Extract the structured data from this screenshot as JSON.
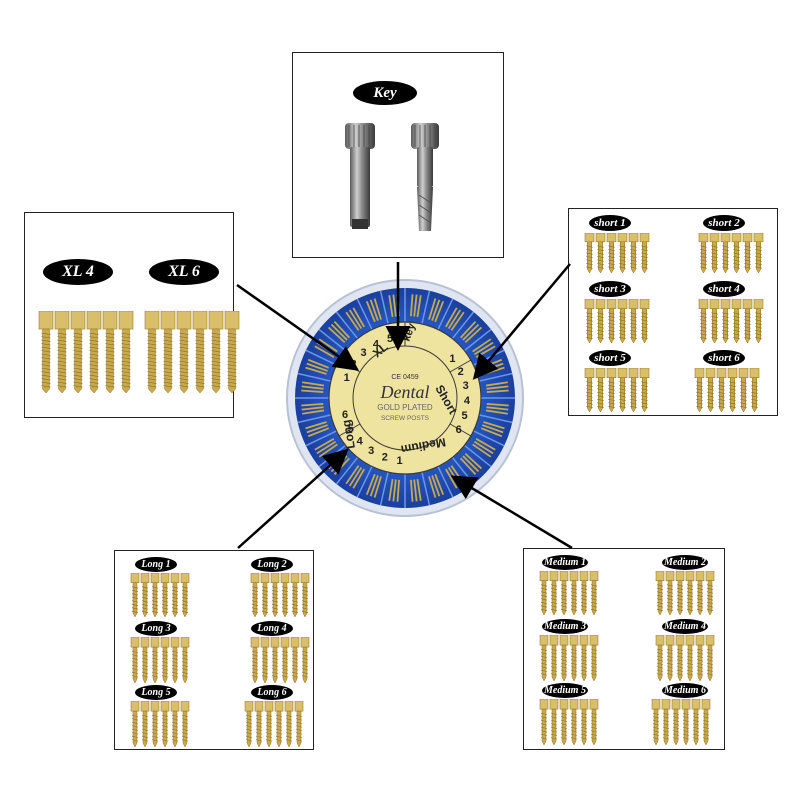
{
  "key_panel": {
    "label": "Key"
  },
  "xl_panel": {
    "labels": [
      "XL 4",
      "XL 6"
    ]
  },
  "short_panel": {
    "labels": [
      "short 1",
      "short 2",
      "short 3",
      "short 4",
      "short 5",
      "short 6"
    ]
  },
  "long_panel": {
    "labels": [
      "Long 1",
      "Long 2",
      "Long 3",
      "Long 4",
      "Long 5",
      "Long 6"
    ]
  },
  "medium_panel": {
    "labels": [
      "Medium 1",
      "Medium 2",
      "Medium 3",
      "Medium 4",
      "Medium 5",
      "Medium 6"
    ]
  },
  "center_label": {
    "brand": "Dental",
    "line1": "GOLD PLATED",
    "line2": "SCREW POSTS",
    "ce": "CE 0459",
    "ring_xl": "XL",
    "ring_key": "key",
    "ring_short": "Short",
    "ring_medium": "Medium",
    "ring_long": "Long",
    "ring_numbers": [
      "1",
      "2",
      "3",
      "4",
      "5",
      "6"
    ]
  },
  "colors": {
    "gold": "#d4b45a",
    "blue": "#1f55c8",
    "label_bg": "#efe3a0"
  }
}
